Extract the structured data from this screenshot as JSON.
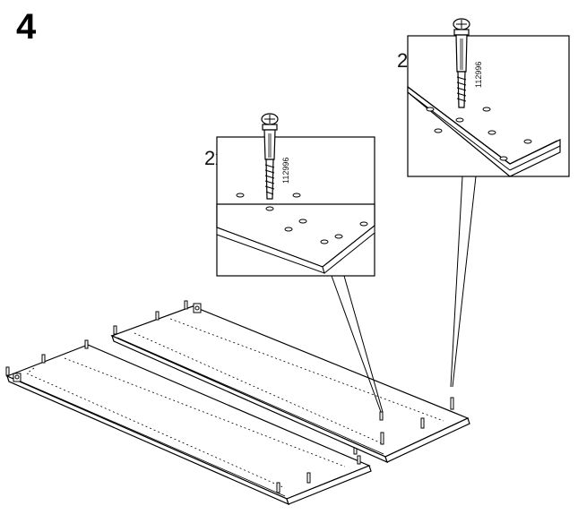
{
  "step": {
    "number": "4"
  },
  "details": [
    {
      "quantity": "2x",
      "part_number": "112996"
    },
    {
      "quantity": "2x",
      "part_number": "112996"
    }
  ]
}
